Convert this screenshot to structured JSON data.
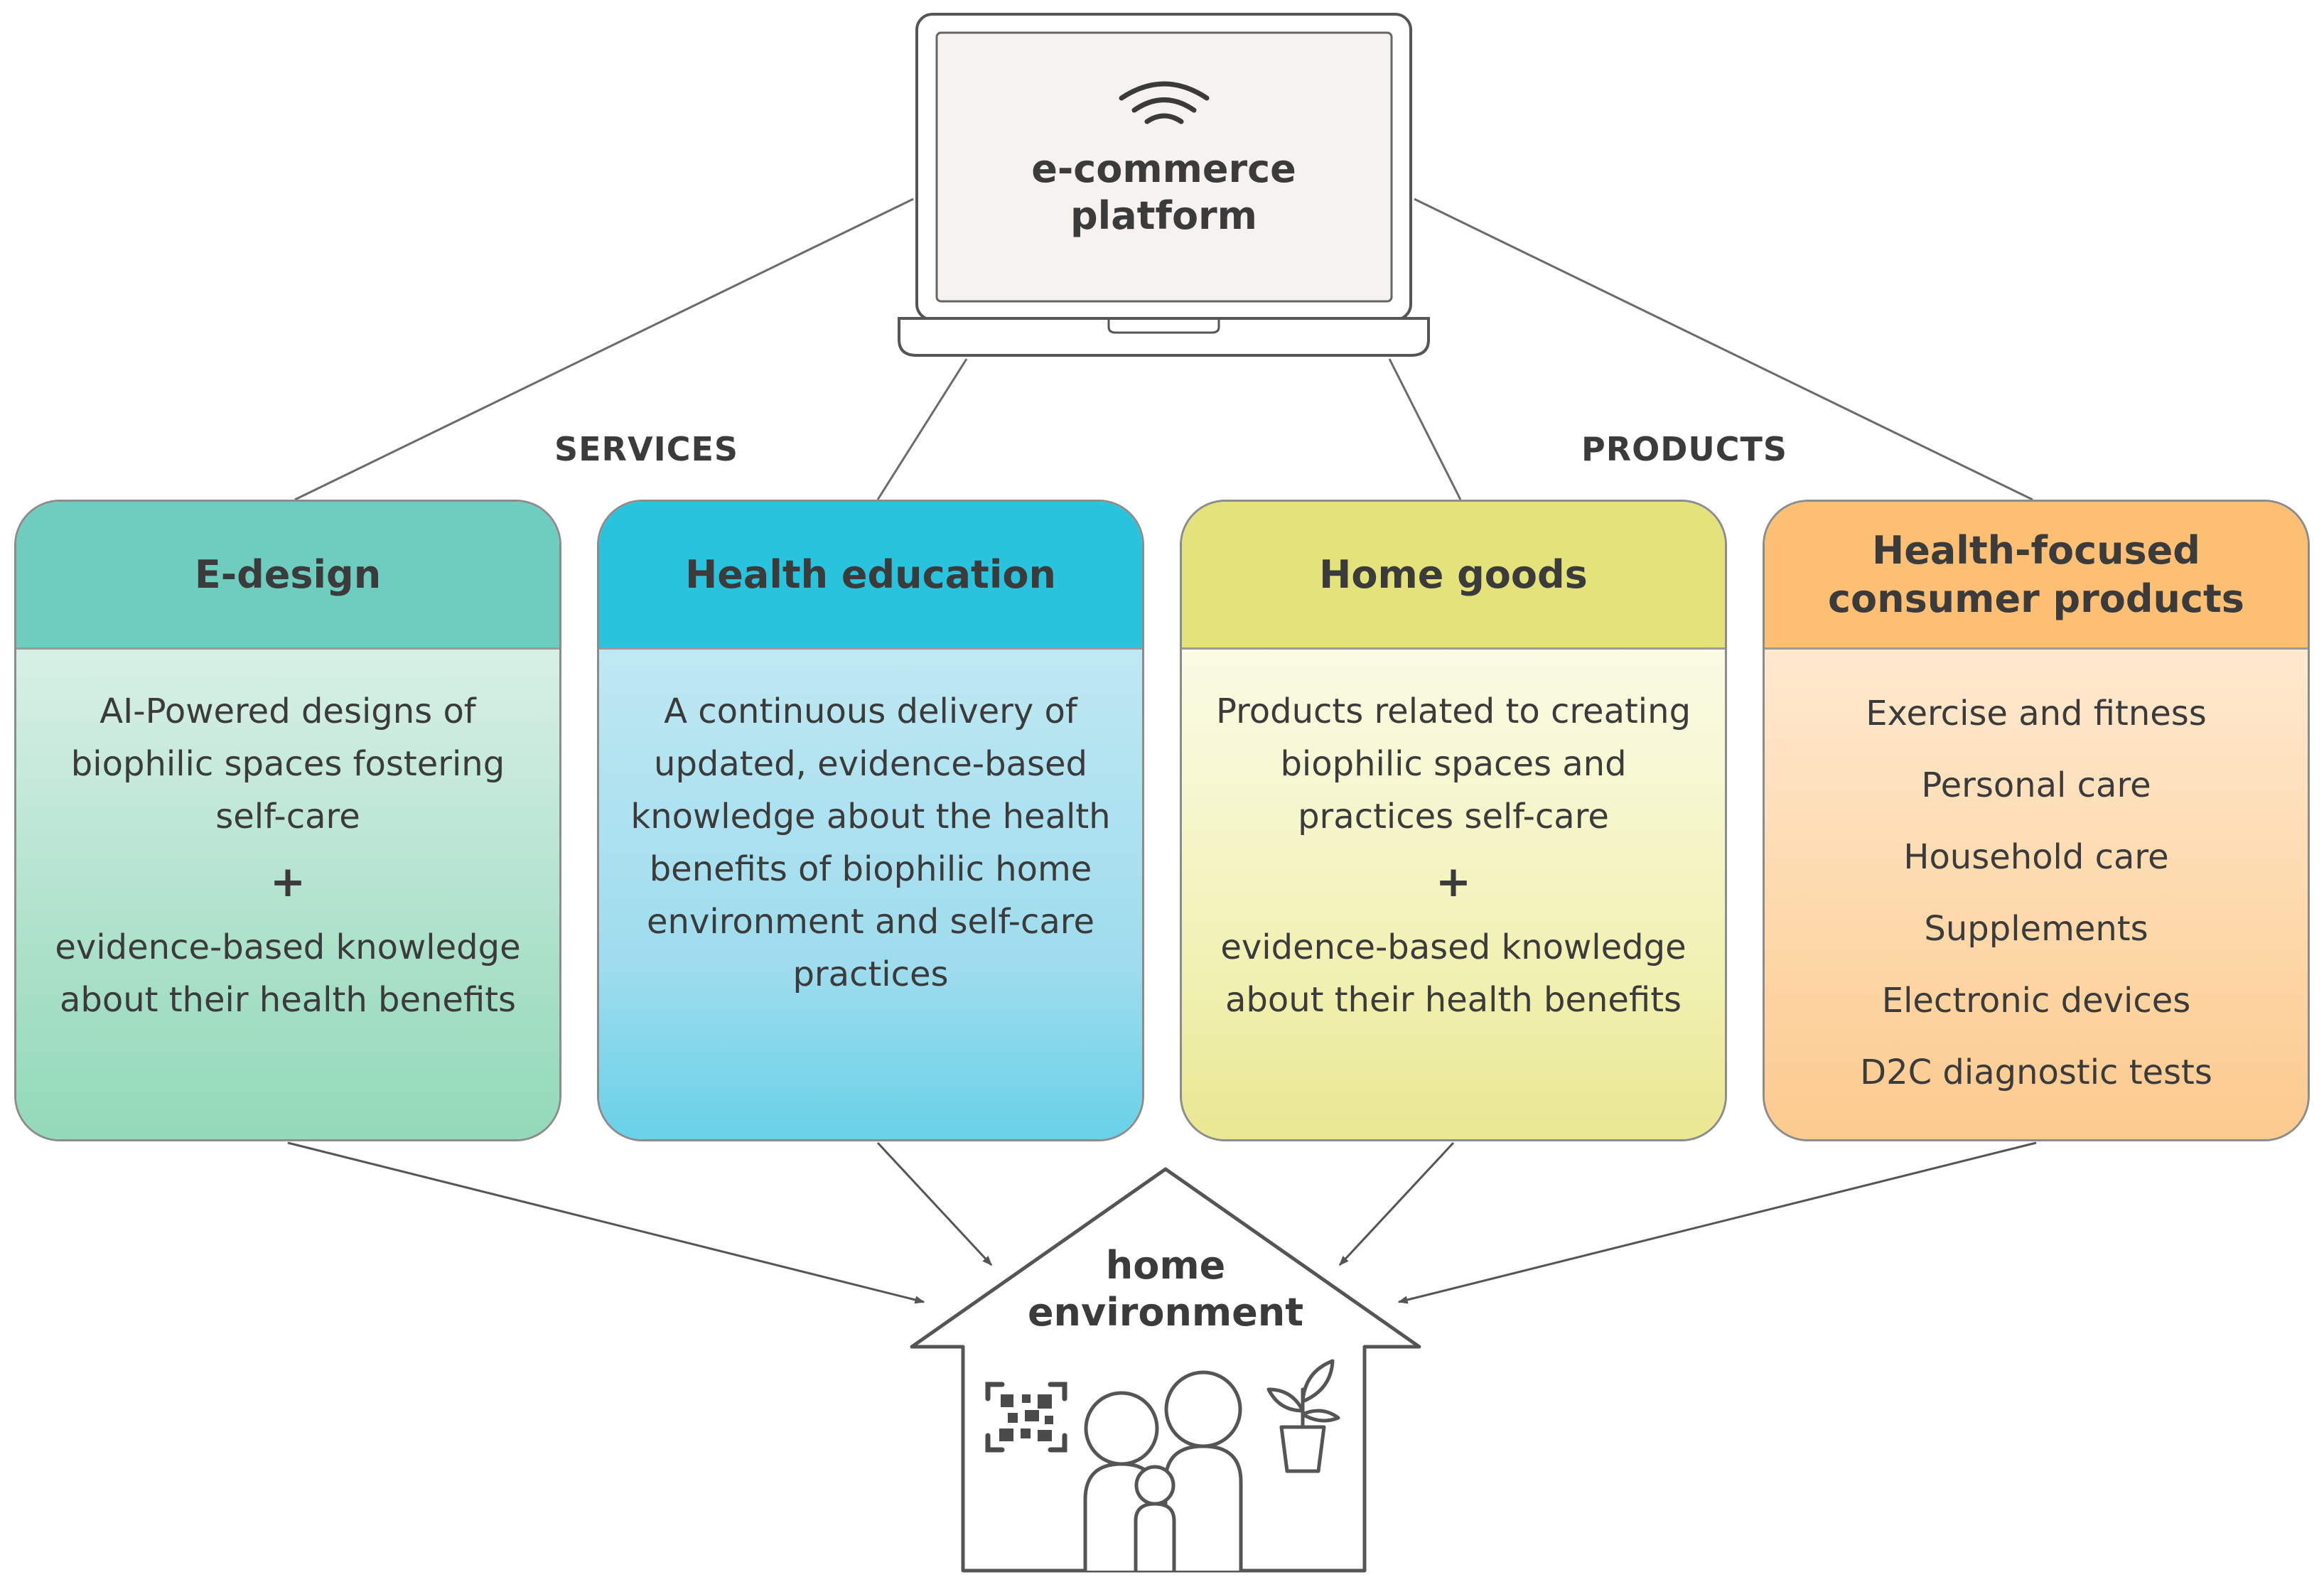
{
  "laptop": {
    "title_line1": "e-commerce",
    "title_line2": "platform",
    "icon": "wifi-icon"
  },
  "labels": {
    "services": "SERVICES",
    "products": "PRODUCTS"
  },
  "boxes": [
    {
      "title": "E-design",
      "text1": "AI-Powered designs of biophilic spaces fostering self-care",
      "plus": "+",
      "text2": "evidence-based knowledge about their health benefits",
      "color": "#6fcdbf"
    },
    {
      "title": "Health education",
      "text1": "A continuous delivery of updated, evidence-based knowledge about the health benefits of biophilic home environment and self-care practices",
      "color": "#2ac3de"
    },
    {
      "title": "Home goods",
      "text1": "Products related to creating biophilic spaces and practices self-care",
      "plus": "+",
      "text2": "evidence-based knowledge about their health benefits",
      "color": "#e4e27a"
    },
    {
      "title": "Health-focused consumer products",
      "items": [
        "Exercise and fitness",
        "Personal care",
        "Household care",
        "Supplements",
        "Electronic devices",
        "D2C diagnostic tests"
      ],
      "color": "#fcbf73"
    }
  ],
  "house": {
    "title_line1": "home",
    "title_line2": "environment",
    "icons": [
      "qr-code-icon",
      "family-icon",
      "potted-plant-icon"
    ]
  }
}
